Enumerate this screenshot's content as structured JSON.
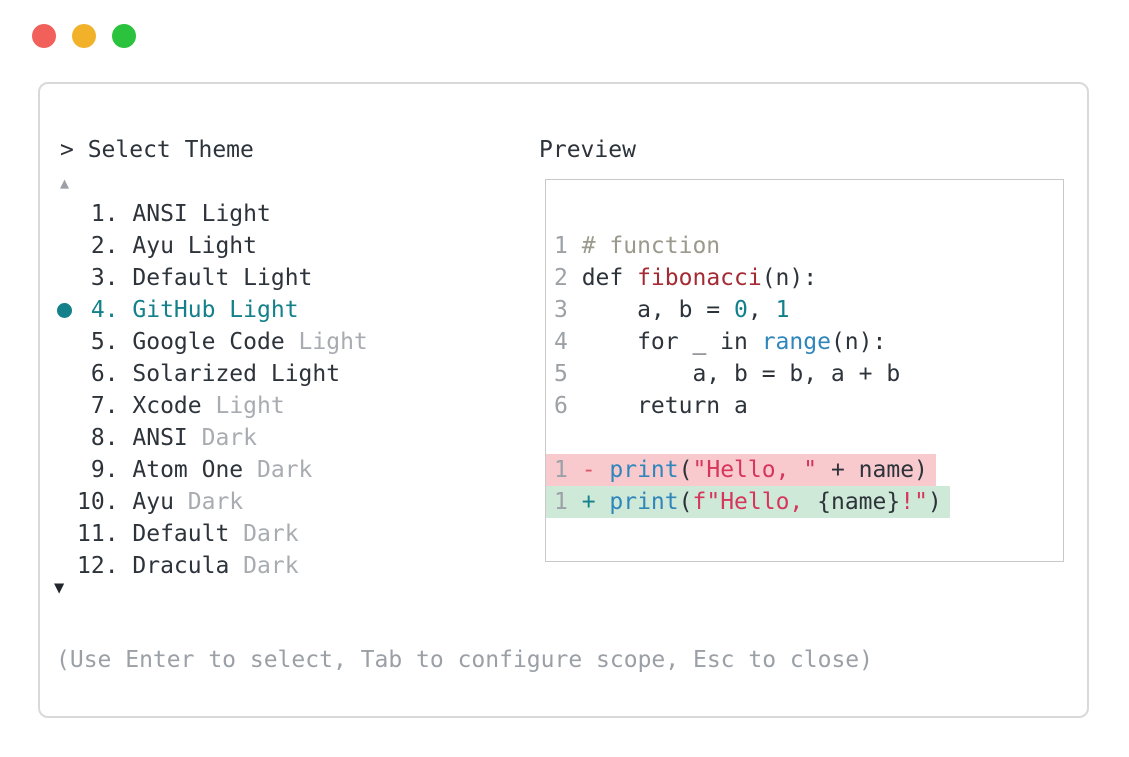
{
  "colors": {
    "accent_teal": "#14808a",
    "traffic_red": "#f2605c",
    "traffic_yellow": "#f1b22a",
    "traffic_green": "#2bc23d",
    "diff_removed_bg": "#f8cacd",
    "diff_added_bg": "#cfe9d8",
    "syntax": {
      "foreground": "#2d333a",
      "comment": "#9a998c",
      "function_red": "#a42a34",
      "number_teal": "#10808c",
      "call_blue": "#2f86ba",
      "string_crimson": "#d6365c",
      "line_number": "#9ba1a6",
      "dim_text": "#a8acb1"
    }
  },
  "picker": {
    "title": "> Select Theme",
    "scroll_up": "▲",
    "scroll_down": "▼",
    "hint": "(Use Enter to select, Tab to configure scope, Esc to close)",
    "items": [
      {
        "num": "1.",
        "name": "ANSI Light",
        "dim": "",
        "selected": false
      },
      {
        "num": "2.",
        "name": "Ayu Light",
        "dim": "",
        "selected": false
      },
      {
        "num": "3.",
        "name": "Default Light",
        "dim": "",
        "selected": false
      },
      {
        "num": "4.",
        "name": "GitHub Light",
        "dim": "",
        "selected": true
      },
      {
        "num": "5.",
        "name": "Google Code",
        "dim": "Light",
        "selected": false
      },
      {
        "num": "6.",
        "name": "Solarized Light",
        "dim": "",
        "selected": false
      },
      {
        "num": "7.",
        "name": "Xcode",
        "dim": "Light",
        "selected": false
      },
      {
        "num": "8.",
        "name": "ANSI",
        "dim": "Dark",
        "selected": false
      },
      {
        "num": "9.",
        "name": "Atom One",
        "dim": "Dark",
        "selected": false
      },
      {
        "num": "10.",
        "name": "Ayu",
        "dim": "Dark",
        "selected": false
      },
      {
        "num": "11.",
        "name": "Default",
        "dim": "Dark",
        "selected": false
      },
      {
        "num": "12.",
        "name": "Dracula",
        "dim": "Dark",
        "selected": false
      }
    ]
  },
  "preview": {
    "label": "Preview",
    "lines": [
      {
        "num": "1",
        "cls": "",
        "tokens": [
          {
            "t": "# function",
            "c": "comment"
          }
        ]
      },
      {
        "num": "2",
        "cls": "",
        "tokens": [
          {
            "t": "def ",
            "c": "fg"
          },
          {
            "t": "fibonacci",
            "c": "red"
          },
          {
            "t": "(n):",
            "c": "fg"
          }
        ]
      },
      {
        "num": "3",
        "cls": "",
        "tokens": [
          {
            "t": "    a, b = ",
            "c": "fg"
          },
          {
            "t": "0",
            "c": "num"
          },
          {
            "t": ", ",
            "c": "fg"
          },
          {
            "t": "1",
            "c": "num"
          }
        ]
      },
      {
        "num": "4",
        "cls": "",
        "tokens": [
          {
            "t": "    for _ in ",
            "c": "fg"
          },
          {
            "t": "range",
            "c": "blue"
          },
          {
            "t": "(n):",
            "c": "fg"
          }
        ]
      },
      {
        "num": "5",
        "cls": "",
        "tokens": [
          {
            "t": "        a, b = b, a + b",
            "c": "fg"
          }
        ]
      },
      {
        "num": "6",
        "cls": "",
        "tokens": [
          {
            "t": "    return a",
            "c": "fg"
          }
        ]
      },
      {
        "num": "",
        "cls": "",
        "tokens": []
      },
      {
        "num": "1",
        "cls": "del",
        "tokens": [
          {
            "t": "- ",
            "c": "delmark"
          },
          {
            "t": "print",
            "c": "blue"
          },
          {
            "t": "(",
            "c": "fg"
          },
          {
            "t": "\"Hello, \"",
            "c": "str"
          },
          {
            "t": " + name)",
            "c": "fg"
          }
        ]
      },
      {
        "num": "1",
        "cls": "add",
        "tokens": [
          {
            "t": "+ ",
            "c": "addmark"
          },
          {
            "t": "print",
            "c": "blue"
          },
          {
            "t": "(",
            "c": "fg"
          },
          {
            "t": "f\"Hello, ",
            "c": "str"
          },
          {
            "t": "{name}",
            "c": "fg"
          },
          {
            "t": "!\"",
            "c": "str"
          },
          {
            "t": ")",
            "c": "fg"
          }
        ]
      }
    ]
  }
}
